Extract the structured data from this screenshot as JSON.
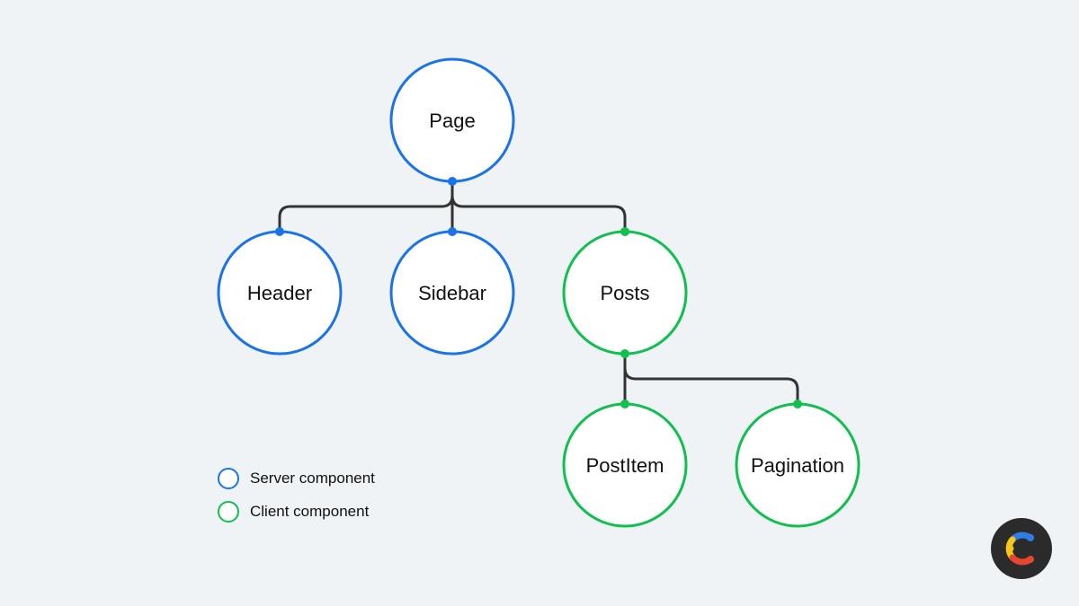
{
  "colors": {
    "server": "#1a73e8",
    "client": "#10c04f",
    "edge": "#333333",
    "node_fill": "#ffffff",
    "logo_bg": "#2b2b2b"
  },
  "nodes": [
    {
      "id": "page",
      "label": "Page",
      "type": "server"
    },
    {
      "id": "header",
      "label": "Header",
      "type": "server"
    },
    {
      "id": "sidebar",
      "label": "Sidebar",
      "type": "server"
    },
    {
      "id": "posts",
      "label": "Posts",
      "type": "client"
    },
    {
      "id": "postitem",
      "label": "PostItem",
      "type": "client"
    },
    {
      "id": "pagination",
      "label": "Pagination",
      "type": "client"
    }
  ],
  "edges": [
    {
      "from": "page",
      "to": "header"
    },
    {
      "from": "page",
      "to": "sidebar"
    },
    {
      "from": "page",
      "to": "posts"
    },
    {
      "from": "posts",
      "to": "postitem"
    },
    {
      "from": "posts",
      "to": "pagination"
    }
  ],
  "legend": {
    "items": [
      {
        "label": "Server component",
        "type": "server"
      },
      {
        "label": "Client component",
        "type": "client"
      }
    ]
  },
  "logo": {
    "icon": "contentful-logo-icon"
  }
}
